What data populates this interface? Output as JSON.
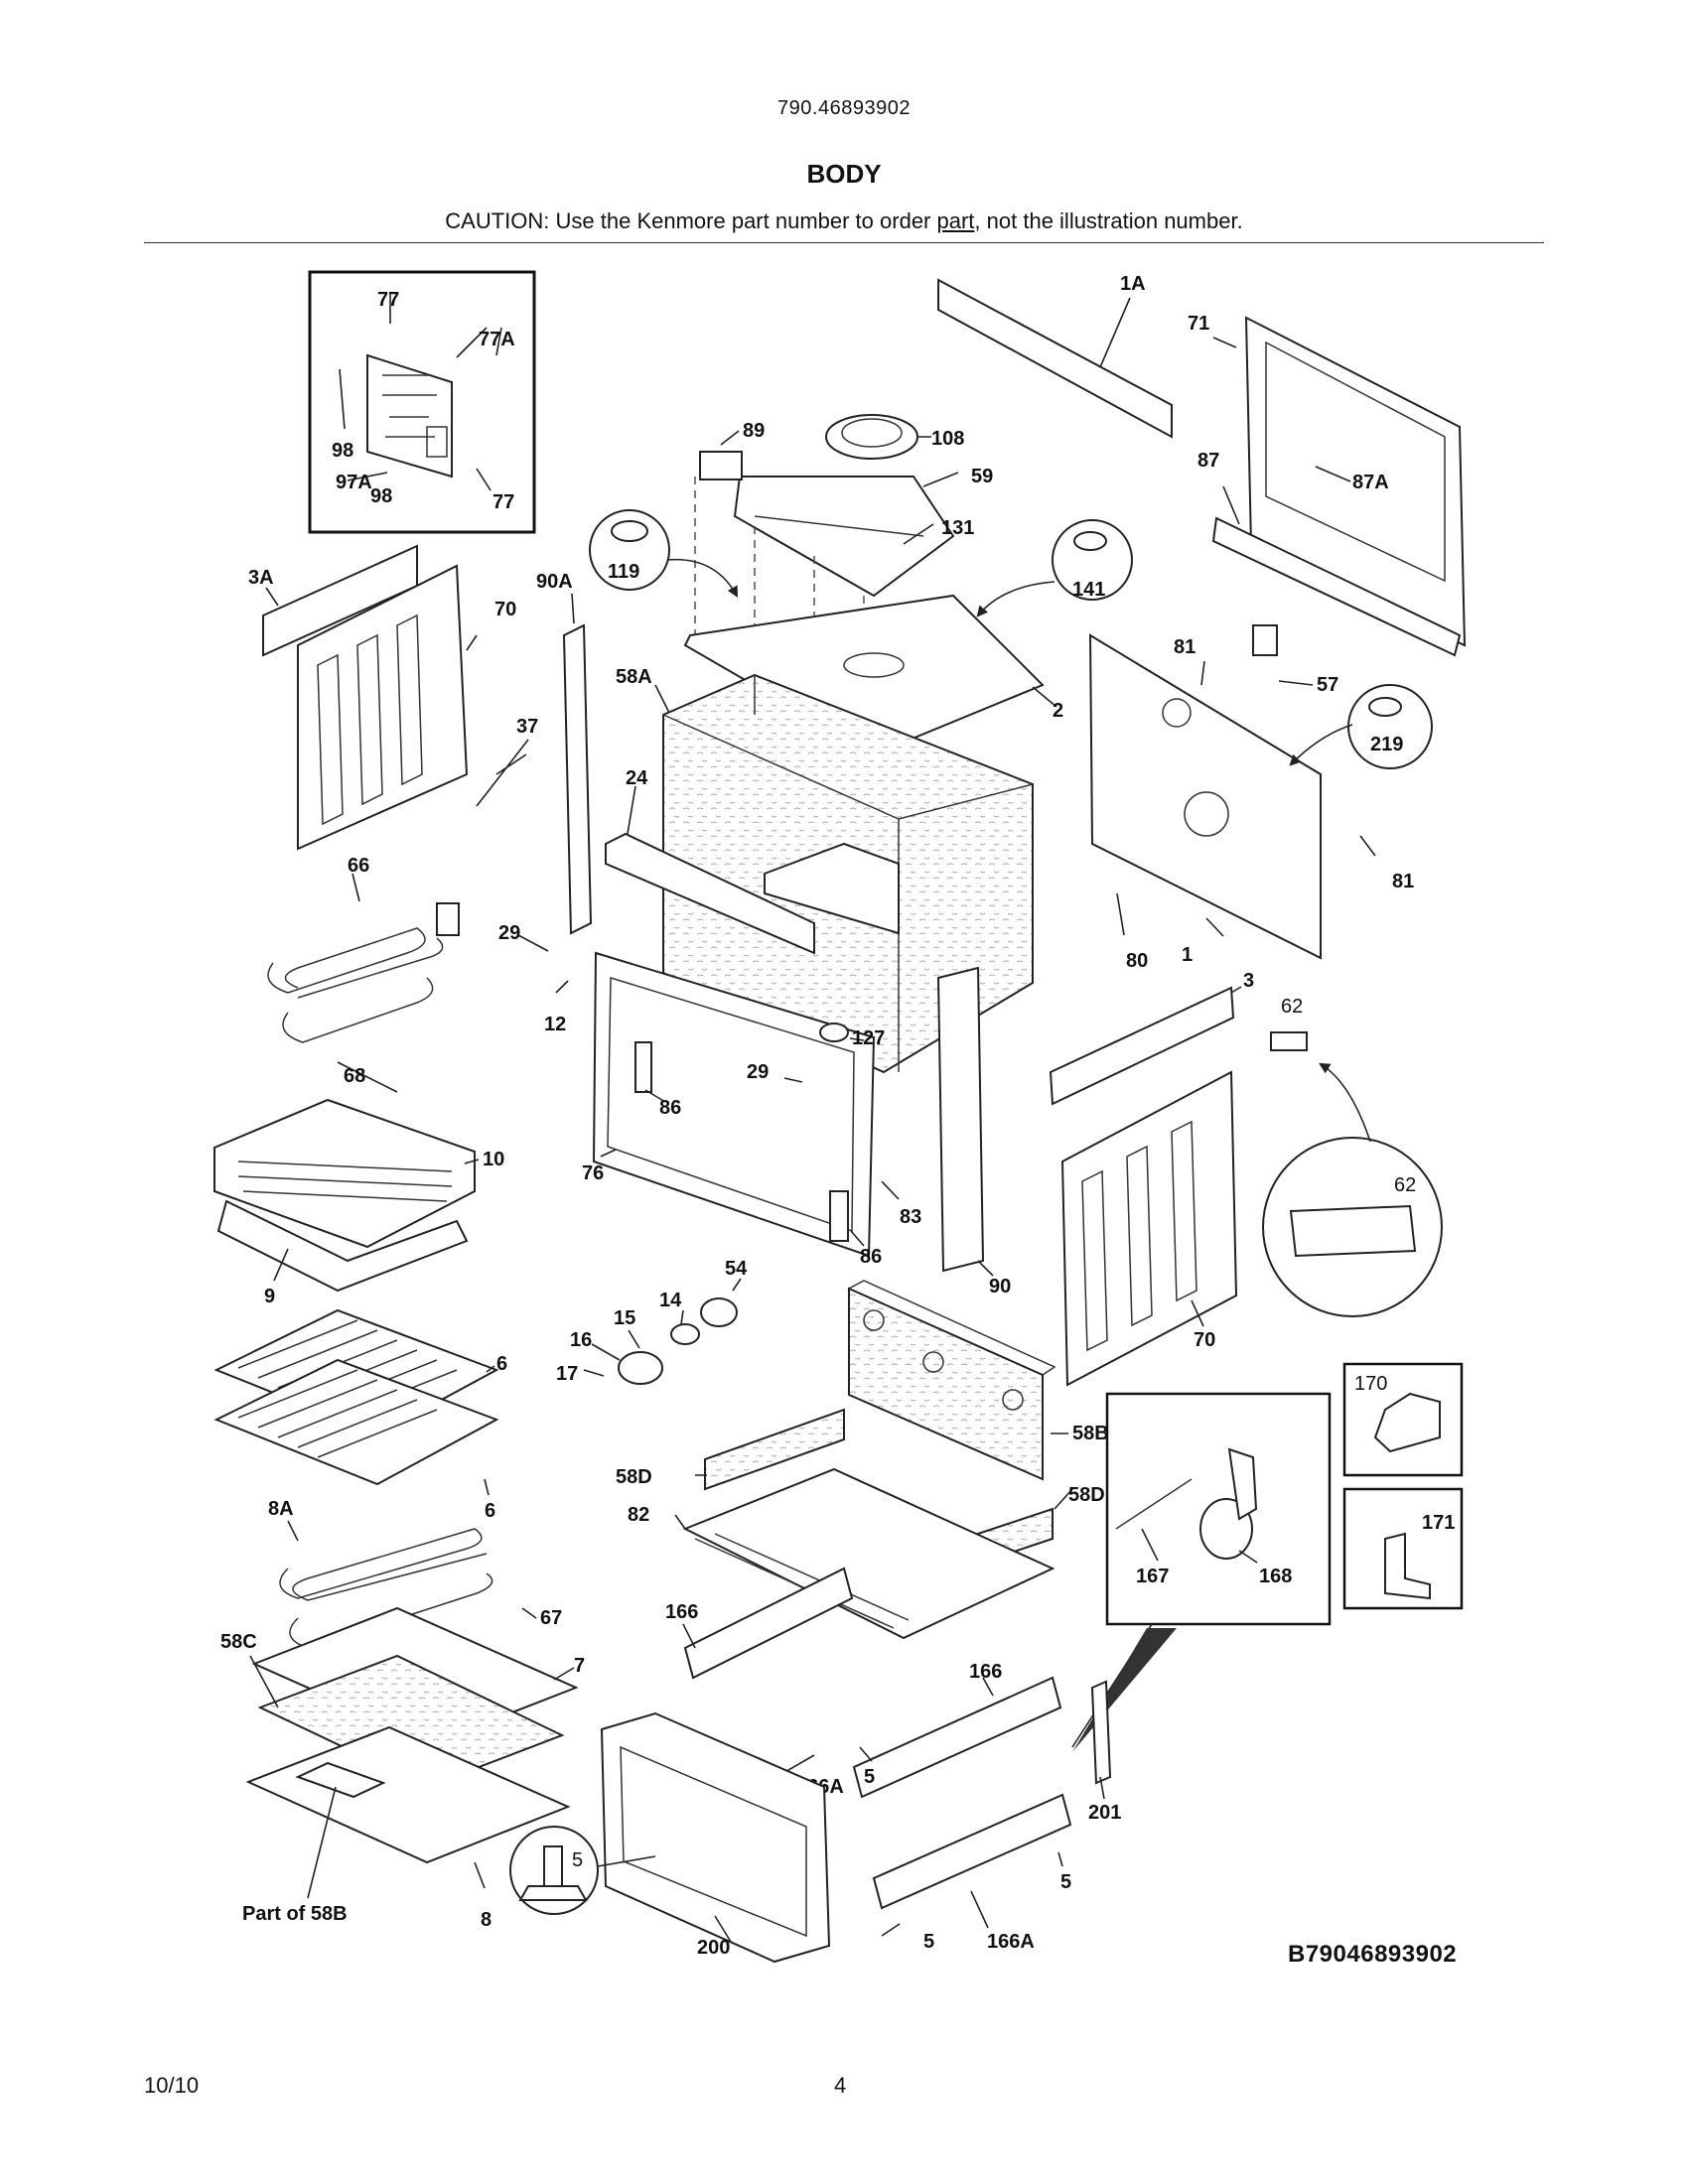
{
  "header": {
    "model_number": "790.46893902",
    "section_title": "BODY",
    "caution_prefix": "CAUTION: Use the Kenmore part number to order ",
    "caution_link": "part",
    "caution_suffix": ", not the illustration number."
  },
  "footer": {
    "date": "10/10",
    "page_number": "4"
  },
  "diagram_code": "B79046893902",
  "callouts": {
    "c77": "77",
    "c77A": "77A",
    "c98": "98",
    "c97A": "97A",
    "c77b": "77",
    "c98b": "98",
    "c1A": "1A",
    "c71": "71",
    "c87": "87",
    "c87A": "87A",
    "c89": "89",
    "c108": "108",
    "c59": "59",
    "c131": "131",
    "c119": "119",
    "c141": "141",
    "c3A": "3A",
    "c70": "70",
    "c90A": "90A",
    "c58A": "58A",
    "c2": "2",
    "c81": "81",
    "c57": "57",
    "c219": "219",
    "c81b": "81",
    "c37": "37",
    "c24": "24",
    "c66": "66",
    "c29": "29",
    "c12": "12",
    "c68": "68",
    "c80": "80",
    "c1": "1",
    "c3": "3",
    "c62": "62",
    "c62b": "62",
    "c29b": "29",
    "c127": "127",
    "c86": "86",
    "c76": "76",
    "c83": "83",
    "c86b": "86",
    "c90": "90",
    "c10": "10",
    "c9": "9",
    "c70b": "70",
    "c54": "54",
    "c14": "14",
    "c15": "15",
    "c16": "16",
    "c17": "17",
    "c6": "6",
    "c6b": "6",
    "c8A": "8A",
    "c67": "67",
    "c58C": "58C",
    "c7": "7",
    "c58B": "58B",
    "c58D": "58D",
    "c58Db": "58D",
    "c82": "82",
    "c170": "170",
    "c171": "171",
    "c167": "167",
    "c168": "168",
    "c166": "166",
    "c166b": "166",
    "c166A": "166A",
    "c166Ab": "166A",
    "c5": "5",
    "c5b": "5",
    "c5c": "5",
    "c5d": "5",
    "c201": "201",
    "c200": "200",
    "c8": "8",
    "part_of_58B": "Part of 58B"
  }
}
